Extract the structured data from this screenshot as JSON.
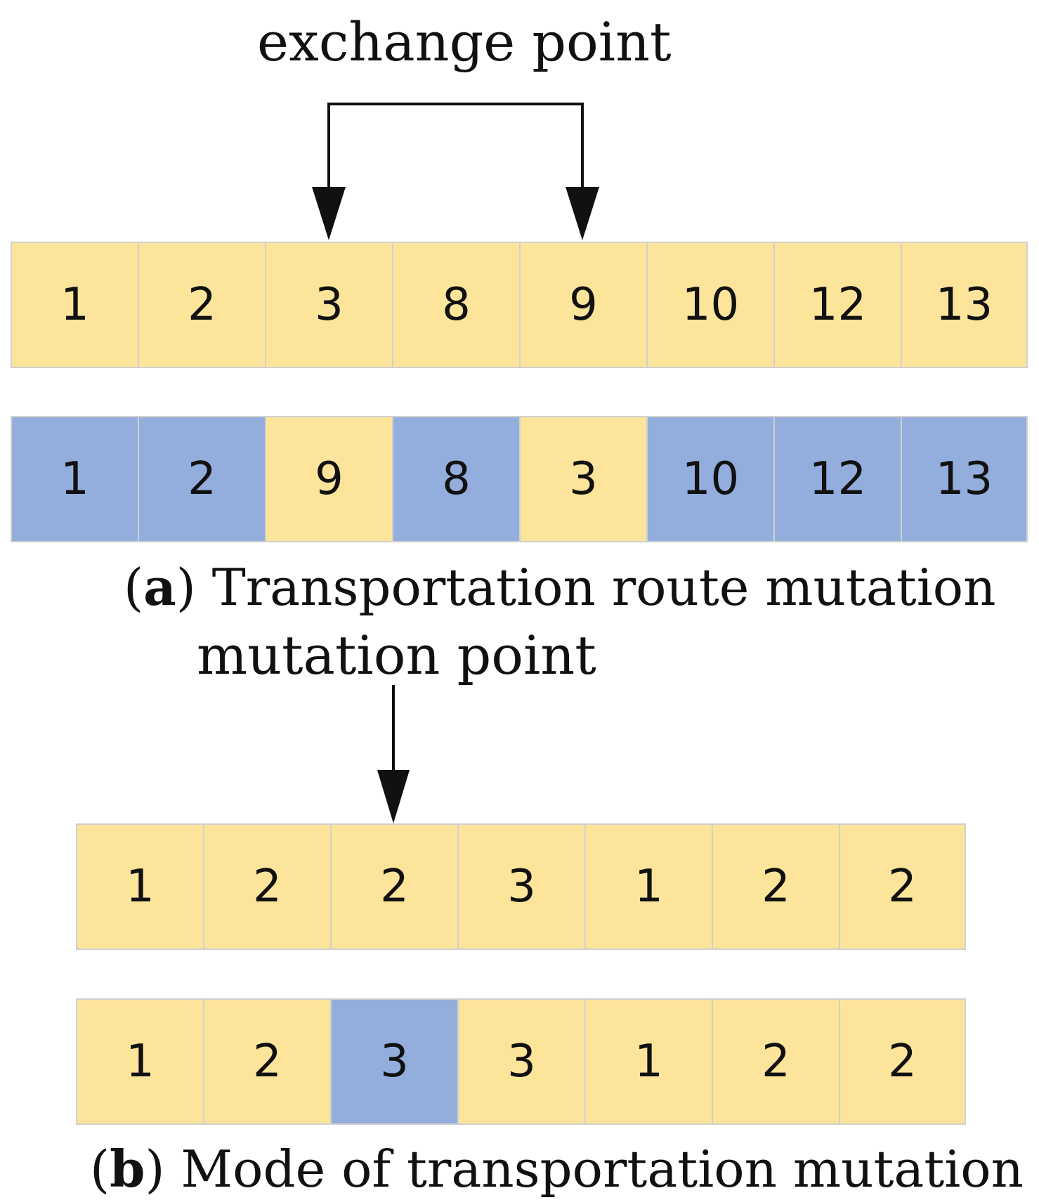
{
  "colors": {
    "yellow": "#FCE49A",
    "blue": "#93AEDC"
  },
  "part_a": {
    "pointer_label": "exchange point",
    "caption_letter": "a",
    "caption_text": "Transportation route mutation",
    "before": [
      {
        "value": "1",
        "color": "yellow"
      },
      {
        "value": "2",
        "color": "yellow"
      },
      {
        "value": "3",
        "color": "yellow"
      },
      {
        "value": "8",
        "color": "yellow"
      },
      {
        "value": "9",
        "color": "yellow"
      },
      {
        "value": "10",
        "color": "yellow"
      },
      {
        "value": "12",
        "color": "yellow"
      },
      {
        "value": "13",
        "color": "yellow"
      }
    ],
    "after": [
      {
        "value": "1",
        "color": "blue"
      },
      {
        "value": "2",
        "color": "blue"
      },
      {
        "value": "9",
        "color": "yellow"
      },
      {
        "value": "8",
        "color": "blue"
      },
      {
        "value": "3",
        "color": "yellow"
      },
      {
        "value": "10",
        "color": "blue"
      },
      {
        "value": "12",
        "color": "blue"
      },
      {
        "value": "13",
        "color": "blue"
      }
    ]
  },
  "part_b": {
    "pointer_label": "mutation point",
    "caption_letter": "b",
    "caption_text": "Mode of transportation mutation",
    "before": [
      {
        "value": "1",
        "color": "yellow"
      },
      {
        "value": "2",
        "color": "yellow"
      },
      {
        "value": "2",
        "color": "yellow"
      },
      {
        "value": "3",
        "color": "yellow"
      },
      {
        "value": "1",
        "color": "yellow"
      },
      {
        "value": "2",
        "color": "yellow"
      },
      {
        "value": "2",
        "color": "yellow"
      }
    ],
    "after": [
      {
        "value": "1",
        "color": "yellow"
      },
      {
        "value": "2",
        "color": "yellow"
      },
      {
        "value": "3",
        "color": "blue"
      },
      {
        "value": "3",
        "color": "yellow"
      },
      {
        "value": "1",
        "color": "yellow"
      },
      {
        "value": "2",
        "color": "yellow"
      },
      {
        "value": "2",
        "color": "yellow"
      }
    ]
  }
}
